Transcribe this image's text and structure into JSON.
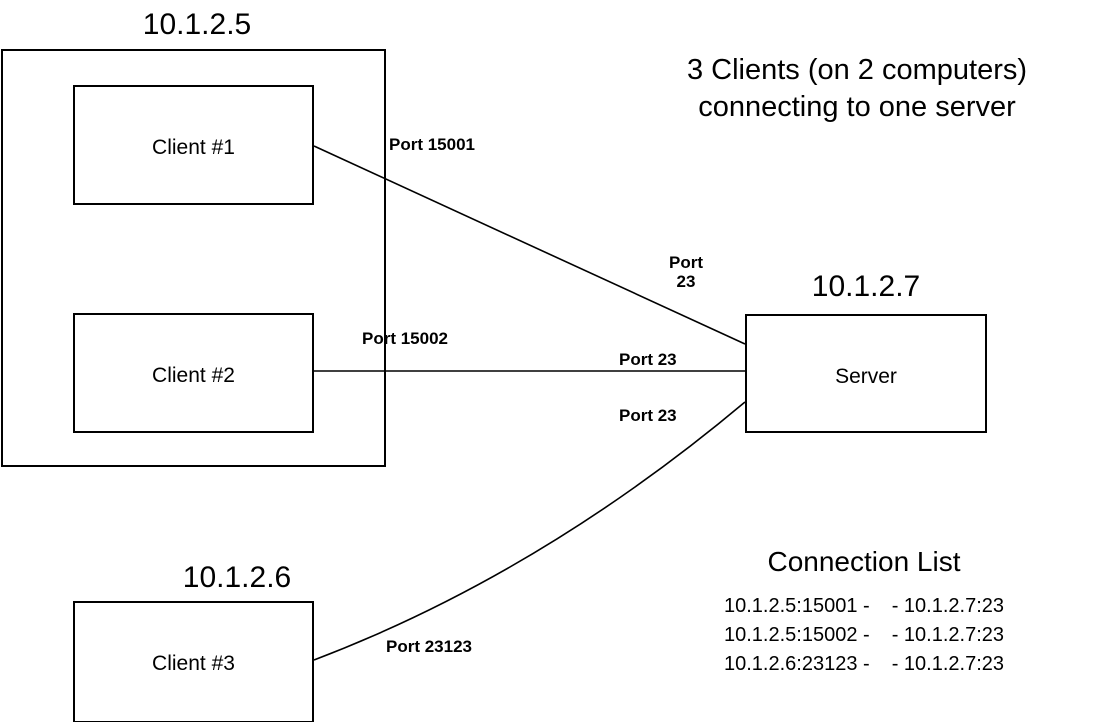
{
  "headline": {
    "line1": "3 Clients (on 2 computers)",
    "line2": "connecting to one server"
  },
  "hosts": {
    "client_host_a": {
      "ip": "10.1.2.5",
      "clients": [
        {
          "name": "Client #1",
          "port": "Port 15001"
        },
        {
          "name": "Client #2",
          "port": "Port 15002"
        }
      ]
    },
    "client_host_b": {
      "ip": "10.1.2.6",
      "clients": [
        {
          "name": "Client #3",
          "port": "Port 23123"
        }
      ]
    },
    "server_host": {
      "ip": "10.1.2.7",
      "name": "Server"
    }
  },
  "server_ports": {
    "top_line1": "Port",
    "top_line2": "23",
    "middle": "Port 23",
    "bottom": "Port 23"
  },
  "connection_list": {
    "title": "Connection List",
    "rows": [
      {
        "source": "10.1.2.5:15001 -",
        "destination": "- 10.1.2.7:23"
      },
      {
        "source": "10.1.2.5:15002 -",
        "destination": "- 10.1.2.7:23"
      },
      {
        "source": "10.1.2.6:23123 -",
        "destination": "- 10.1.2.7:23"
      }
    ]
  },
  "colors": {
    "background": "#ffffff",
    "stroke": "#000000",
    "text": "#000000"
  }
}
